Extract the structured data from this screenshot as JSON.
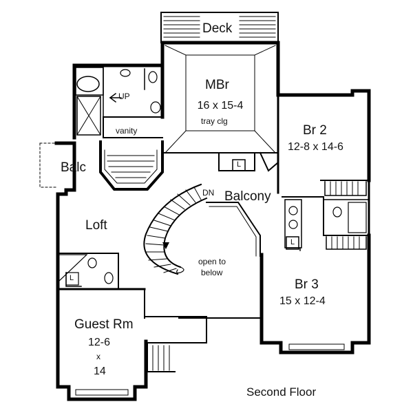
{
  "plan": {
    "title": "Second Floor",
    "rooms": {
      "deck": "Deck",
      "mbr": {
        "name": "MBr",
        "size": "16 x 15-4",
        "note": "tray clg"
      },
      "br2": {
        "name": "Br 2",
        "size": "12-8 x 14-6"
      },
      "br3": {
        "name": "Br 3",
        "size": "15 x 12-4"
      },
      "balcony": "Balcony",
      "balc": "Balc",
      "loft": "Loft",
      "guest": {
        "name": "Guest Rm",
        "size_a": "12-6",
        "size_x": "x",
        "size_b": "14"
      },
      "vanity": "vanity",
      "open": {
        "line1": "open to",
        "line2": "below"
      }
    },
    "markers": {
      "up": "UP",
      "dn": "DN",
      "linen": "L"
    }
  }
}
